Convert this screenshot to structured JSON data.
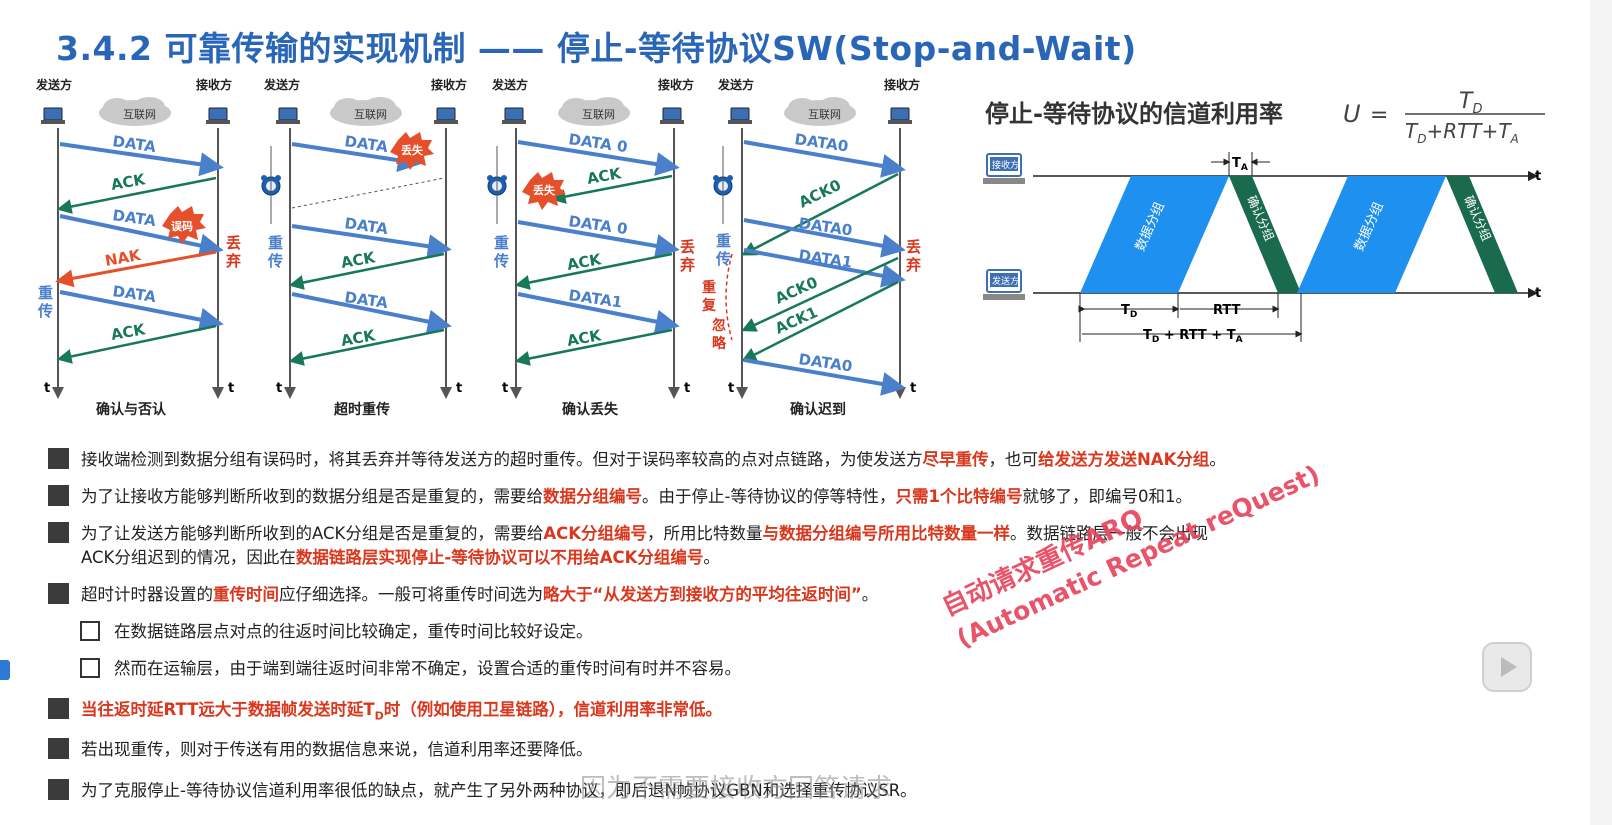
{
  "title": "3.4.2 可靠传输的实现机制 —— 停止-等待协议SW(Stop-and-Wait)",
  "diagrams": {
    "sender": "发送方",
    "receiver": "接收方",
    "cloud": "互联网",
    "t": "t",
    "d1": {
      "caption": "确认与否认",
      "m1": "DATA",
      "m2": "ACK",
      "m3": "DATA",
      "err": "误码",
      "m4": "NAK",
      "discard": "丢弃",
      "retx": "重传",
      "m5": "DATA",
      "m6": "ACK"
    },
    "d2": {
      "caption": "超时重传",
      "m1": "DATA",
      "lost": "丢失",
      "retx": "重传",
      "m2": "DATA",
      "m3": "ACK",
      "m4": "DATA",
      "m5": "ACK"
    },
    "d3": {
      "caption": "确认丢失",
      "m1": "DATA 0",
      "m2": "ACK",
      "lost": "丢失",
      "retx": "重传",
      "m3": "DATA 0",
      "discard": "丢弃",
      "m4": "ACK",
      "m5": "DATA1",
      "m6": "ACK"
    },
    "d4": {
      "caption": "确认迟到",
      "m1": "DATA0",
      "m2": "ACK0",
      "retx": "重传",
      "m3": "DATA0",
      "discard": "丢弃",
      "m4": "DATA1",
      "dup": "重复",
      "ignore": "忽略",
      "m5": "ACK0",
      "m6": "ACK1",
      "m7": "DATA0"
    }
  },
  "utilization": {
    "heading": "停止-等待协议的信道利用率",
    "formula_lhs": "U",
    "formula_eq": "=",
    "numerator": "T",
    "numerator_sub": "D",
    "denominator": "T",
    "denominator_sub": "D",
    "denominator_mid": "+RTT+T",
    "denominator_sub2": "A",
    "receiver_tag": "接收方",
    "sender_tag": "发送方",
    "data_group": "数据分组",
    "ack_group": "确认分组",
    "ta": "T",
    "ta_sub": "A",
    "td": "T",
    "td_sub": "D",
    "rtt": "RTT",
    "total": "T",
    "total_sub1": "D",
    "total_mid": " + RTT + T",
    "total_sub2": "A",
    "t": "t"
  },
  "bullets": {
    "b1a": "接收端检测到数据分组有误码时，将其丢弃并等待发送方的超时重传。但对于误码率较高的点对点链路，为使发送方",
    "b1r1": "尽早重传",
    "b1b": "，也可",
    "b1r2": "给发送方发送NAK分组",
    "b1c": "。",
    "b2a": "为了让接收方能够判断所收到的数据分组是否是重复的，需要给",
    "b2r1": "数据分组编号",
    "b2b": "。由于停止-等待协议的停等特性，",
    "b2r2": "只需1个比特编号",
    "b2c": "就够了，即编号0和1。",
    "b3a": "为了让发送方能够判断所收到的ACK分组是否是重复的，需要给",
    "b3r1": "ACK分组编号",
    "b3b": "，所用比特数量",
    "b3r2": "与数据分组编号所用比特数量一样",
    "b3c": "。数据链路层一般不会出现",
    "b3d": "ACK分组迟到的情况，因此在",
    "b3r3": "数据链路层实现停止-等待协议可以不用给ACK分组编号",
    "b3e": "。",
    "b4a": "超时计时器设置的",
    "b4r1": "重传时间",
    "b4b": "应仔细选择。一般可将重传时间选为",
    "b4r2": "略大于“从发送方到接收方的平均往返时间”",
    "b4c": "。",
    "s1": "在数据链路层点对点的往返时间比较确定，重传时间比较好设定。",
    "s2": "然而在运输层，由于端到端往返时间非常不确定，设置合适的重传时间有时并不容易。",
    "b5a": "当往返时延RTT远大于数据帧发送时延T",
    "b5sub": "D",
    "b5b": "时（例如使用卫星链路），信道利用率非常低。",
    "b6": "若出现重传，则对于传送有用的数据信息来说，信道利用率还要降低。",
    "b7": "为了克服停止-等待协议信道利用率很低的缺点，就产生了另外两种协议，即后退N帧协议GBN和选择重传协议SR。"
  },
  "watermark": {
    "line1": "自动请求重传ARQ",
    "line2": "(Automatic Repeat reQuest)"
  },
  "subtitle": "因为不需要接收方回答请求",
  "colors": {
    "blue": "#4a7fcc",
    "green": "#17785a",
    "red": "#d9381e",
    "title": "#2a66b8"
  }
}
